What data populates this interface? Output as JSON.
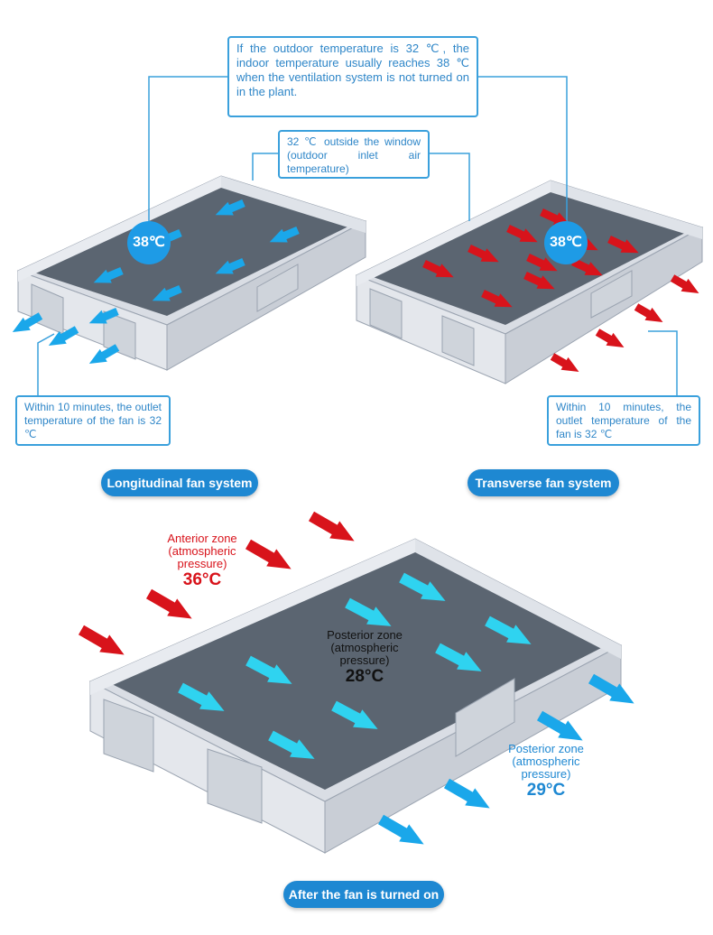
{
  "callouts": {
    "top_note": "If the outdoor temperature is 32 ℃, the indoor temperature usually reaches 38 ℃ when the ventilation system is not turned on in the plant.",
    "window_note": "32 ℃ outside the window (outdoor inlet air temperature)",
    "left_outlet_note": "Within 10 minutes, the outlet temperature of the fan is 32 ℃",
    "right_outlet_note": "Within 10 minutes, the outlet temperature of the fan is 32 ℃"
  },
  "badges": {
    "left": "38℃",
    "right": "38℃"
  },
  "labels": {
    "longitudinal": "Longitudinal fan system",
    "transverse": "Transverse fan system",
    "after": "After the fan is turned on"
  },
  "zones": {
    "anterior": {
      "name": "Anterior zone",
      "pressure": "(atmospheric pressure)",
      "temp": "36°C"
    },
    "posterior_center": {
      "name": "Posterior zone",
      "pressure": "(atmospheric pressure)",
      "temp": "28°C"
    },
    "posterior_right": {
      "name": "Posterior zone",
      "pressure": "(atmospheric pressure)",
      "temp": "29°C"
    }
  },
  "colors": {
    "blue_arrow": "#1aa7ea",
    "red_arrow": "#d8131b",
    "cyan_arrow": "#2fd3f0",
    "callout_border": "#3aa0dc",
    "pill_bg": "#1e88d2",
    "anterior_text": "#d8131b",
    "posterior_right_text": "#1e88d2"
  }
}
